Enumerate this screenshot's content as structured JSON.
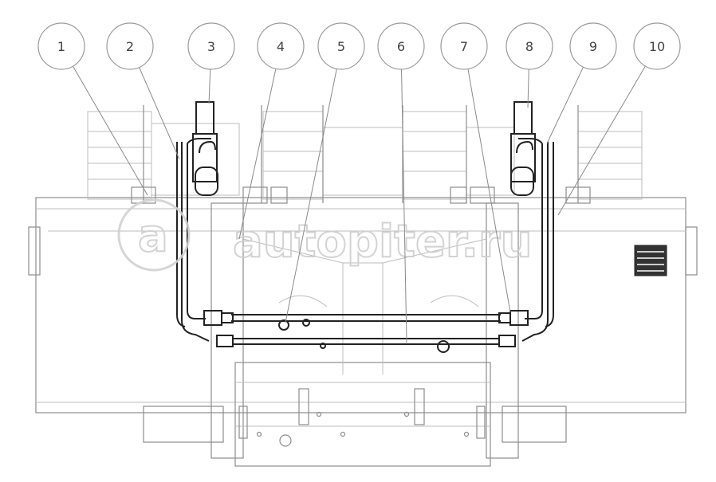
{
  "callouts": [
    {
      "label": "1"
    },
    {
      "label": "2"
    },
    {
      "label": "3"
    },
    {
      "label": "4"
    },
    {
      "label": "5"
    },
    {
      "label": "6"
    },
    {
      "label": "7"
    },
    {
      "label": "8"
    },
    {
      "label": "9"
    },
    {
      "label": "10"
    }
  ],
  "watermark": {
    "text": "autopiter.ru",
    "logo_letter": "a"
  },
  "colors": {
    "line": "#222222",
    "faint": "#bdbdbd",
    "mid": "#8d8d8d"
  }
}
